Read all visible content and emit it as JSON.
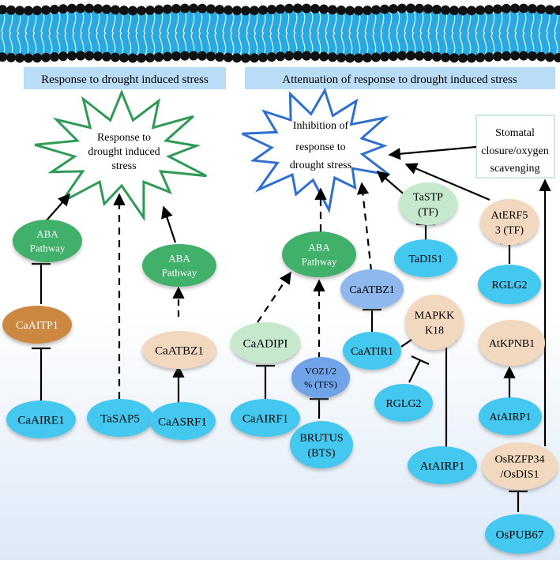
{
  "banners": {
    "left": "Response to drought induced stress",
    "right": "Attenuation of response to drought induced stress"
  },
  "bursts": {
    "left": [
      "Response to",
      "drought induced",
      "stress"
    ],
    "right": [
      "Inhibition of",
      "response to",
      "drought stress"
    ]
  },
  "boxes": {
    "stomatal": [
      "Stomatal",
      "closure/oxygen",
      "scavenging"
    ]
  },
  "nodes": {
    "aba1": [
      "ABA",
      "Pathway"
    ],
    "caaitp1": [
      "CaAITP1"
    ],
    "caaire1": [
      "CaAIRE1"
    ],
    "tasap5": [
      "TaSAP5"
    ],
    "aba2": [
      "ABA",
      "Pathway"
    ],
    "caatbz1_left": [
      "CaATBZ1"
    ],
    "caasrf1": [
      "CaASRF1"
    ],
    "aba3": [
      "ABA",
      "Pathway"
    ],
    "caadipi": [
      "CaADIPI"
    ],
    "caairf1": [
      "CaAIRF1"
    ],
    "voz": [
      "VOZ1/2",
      "% (TFS)"
    ],
    "brutus": [
      "BRUTUS",
      "(BTS)"
    ],
    "caatbz1_mid": [
      "CaATBZ1"
    ],
    "caatir1": [
      "CaATIR1"
    ],
    "tastp": [
      "TaSTP",
      "(TF)"
    ],
    "tadis1": [
      "TaDIS1"
    ],
    "mapkk": [
      "MAPKK",
      "K18"
    ],
    "rglg2_mid": [
      "RGLG2"
    ],
    "atairp1_mid": [
      "AtAIRP1"
    ],
    "aterf": [
      "AtERF5",
      "3 (TF)"
    ],
    "rglg2_right": [
      "RGLG2"
    ],
    "atkpnb1": [
      "AtKPNB1"
    ],
    "atairp1_right": [
      "AtAIRP1"
    ],
    "osrzfp": [
      "OsRZFP34",
      "/OsDIS1"
    ],
    "ospub67": [
      "OsPUB67"
    ]
  },
  "colors": {
    "membrane": "#2aa9e0",
    "head": "#111111",
    "banner": "#b9ddf6",
    "cyan_node": "#44c8ef",
    "aba_green": "#3fb06a",
    "brown": "#cc8740",
    "peach": "#f2d8bf",
    "pale_green": "#c6e8cc",
    "blue_node": "#8eb8ee",
    "voz_blue": "#6fa3e8",
    "burst_green": "#2f9a55",
    "burst_blue": "#2f6fd0"
  }
}
